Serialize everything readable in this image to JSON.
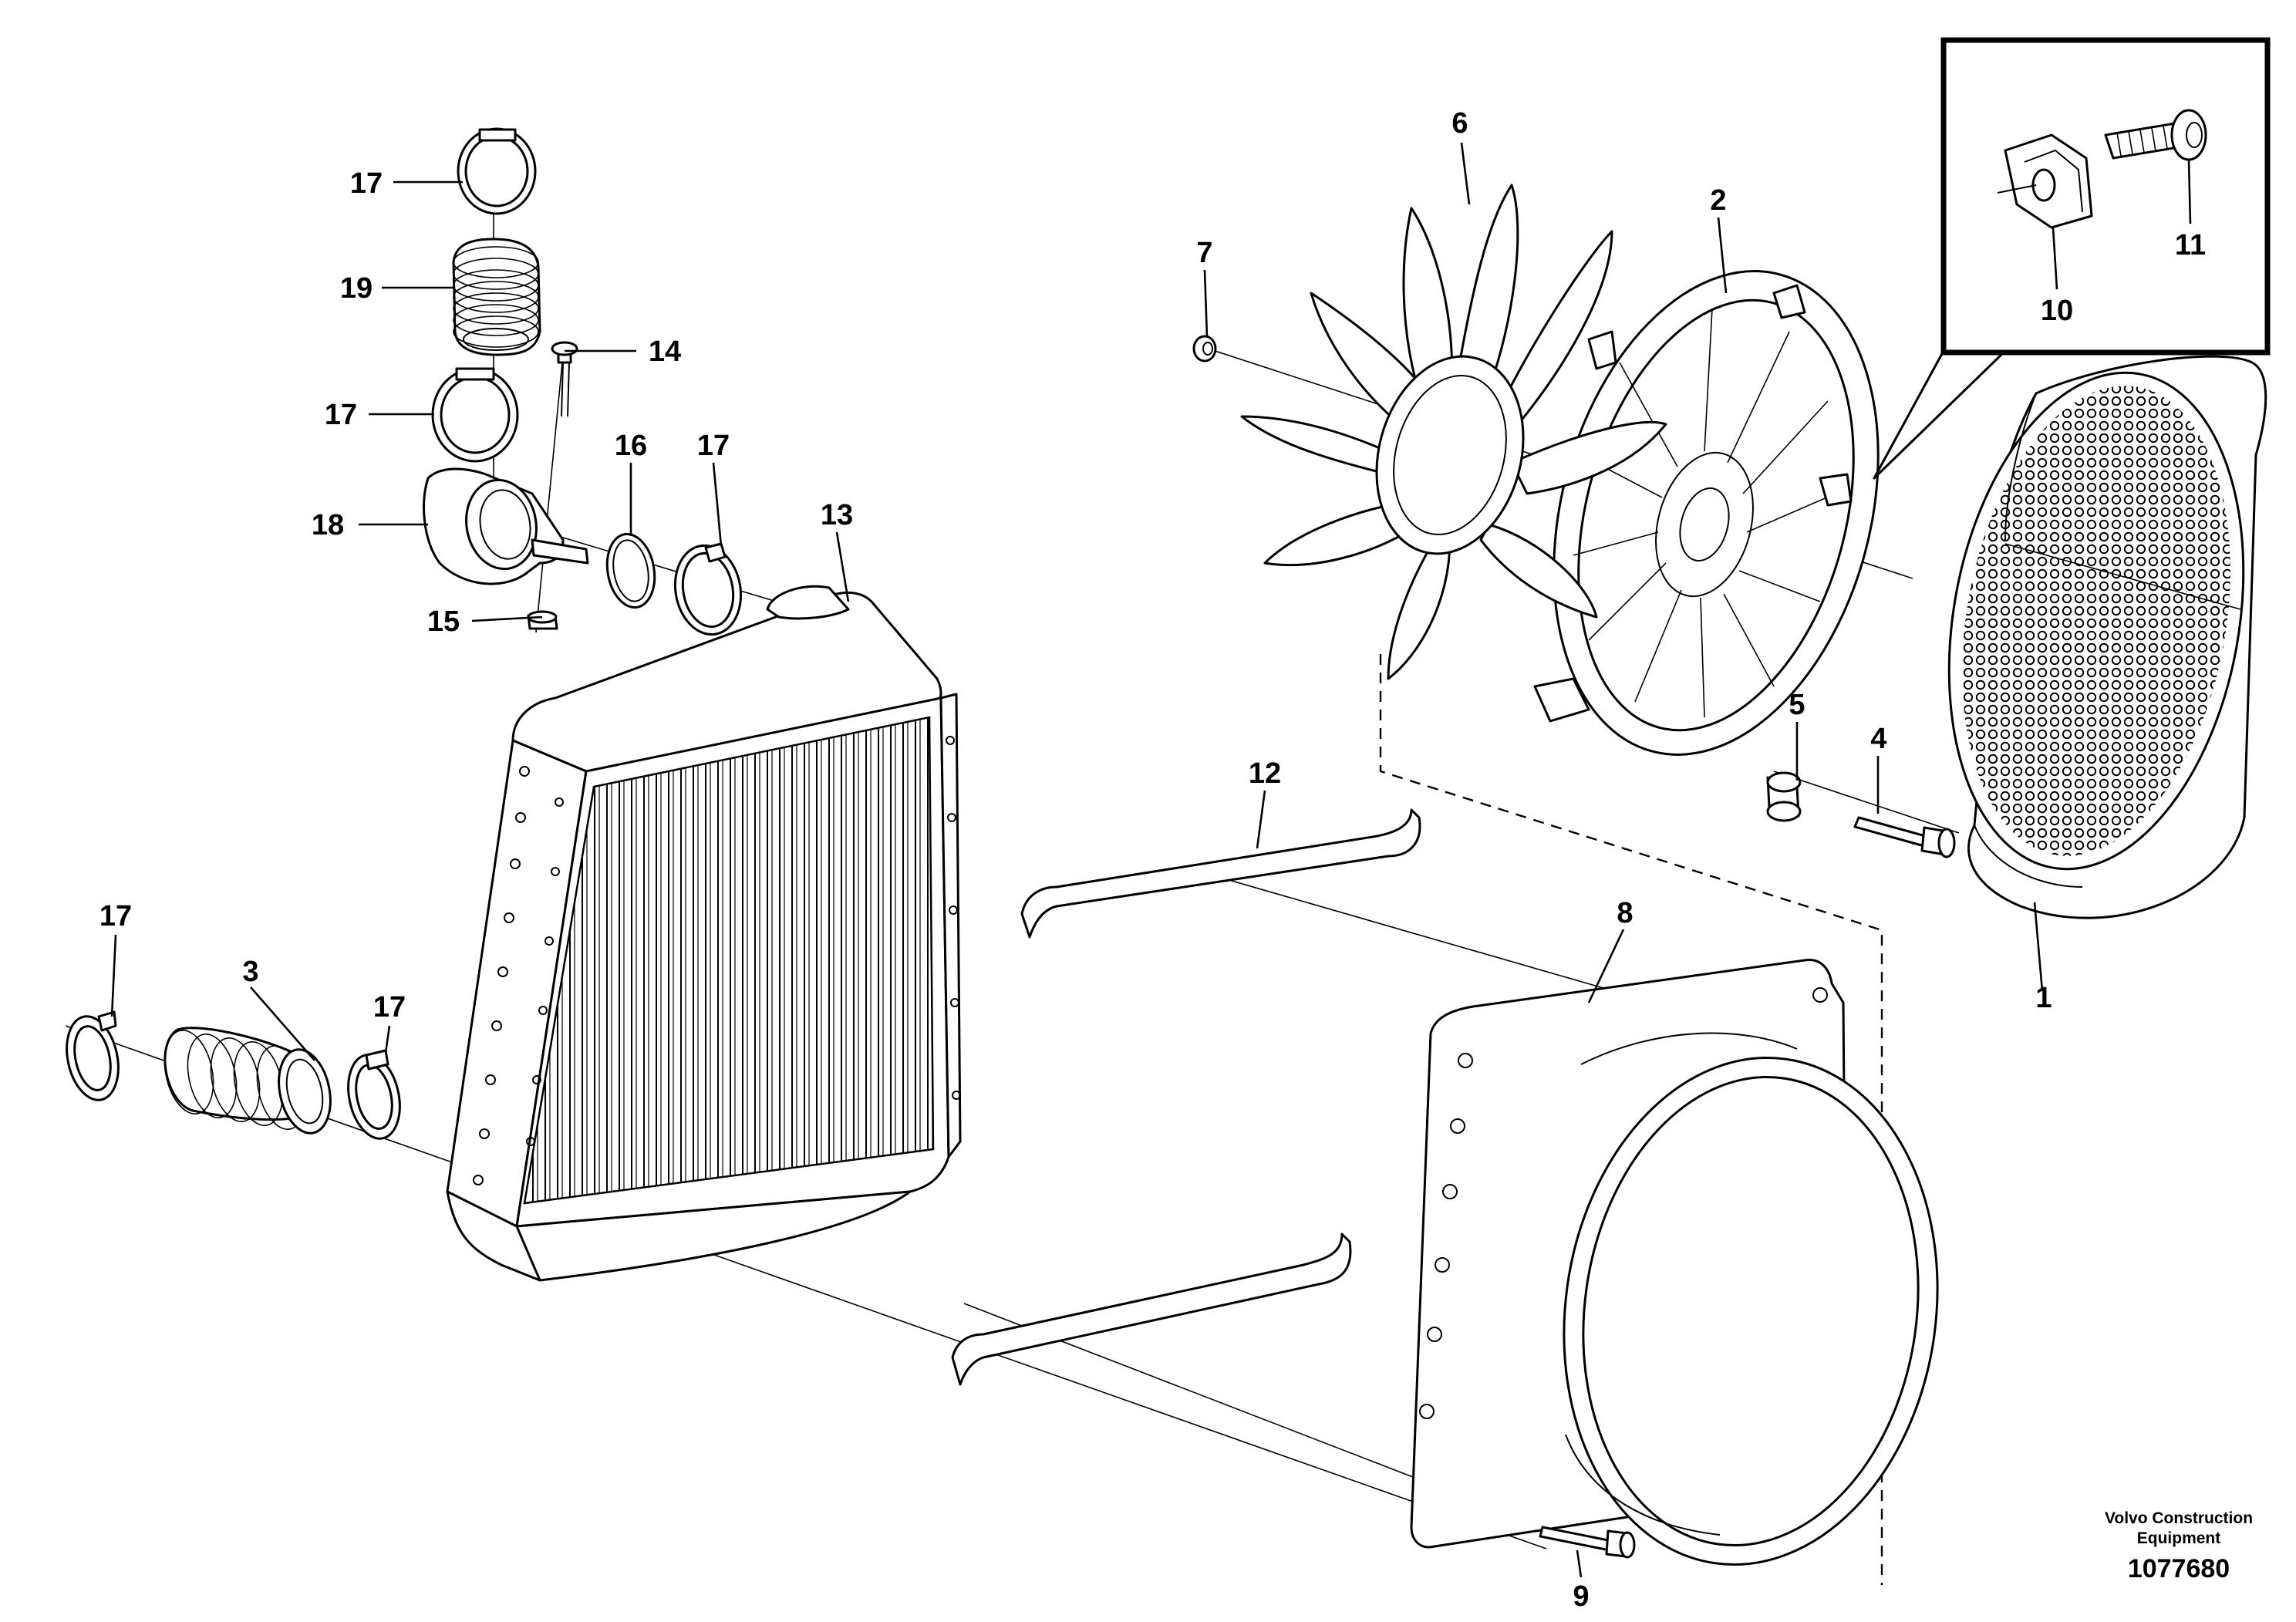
{
  "parts": {
    "p1": "1",
    "p2": "2",
    "p3": "3",
    "p4": "4",
    "p5": "5",
    "p6": "6",
    "p7": "7",
    "p8": "8",
    "p9": "9",
    "p10": "10",
    "p11": "11",
    "p12": "12",
    "p13": "13",
    "p14": "14",
    "p15": "15",
    "p16": "16",
    "p17": "17",
    "p18": "18",
    "p19": "19"
  },
  "footer": {
    "company_line1": "Volvo Construction",
    "company_line2": "Equipment",
    "drawing_number": "1077680"
  },
  "colors": {
    "line": "#000000",
    "background": "#ffffff"
  }
}
